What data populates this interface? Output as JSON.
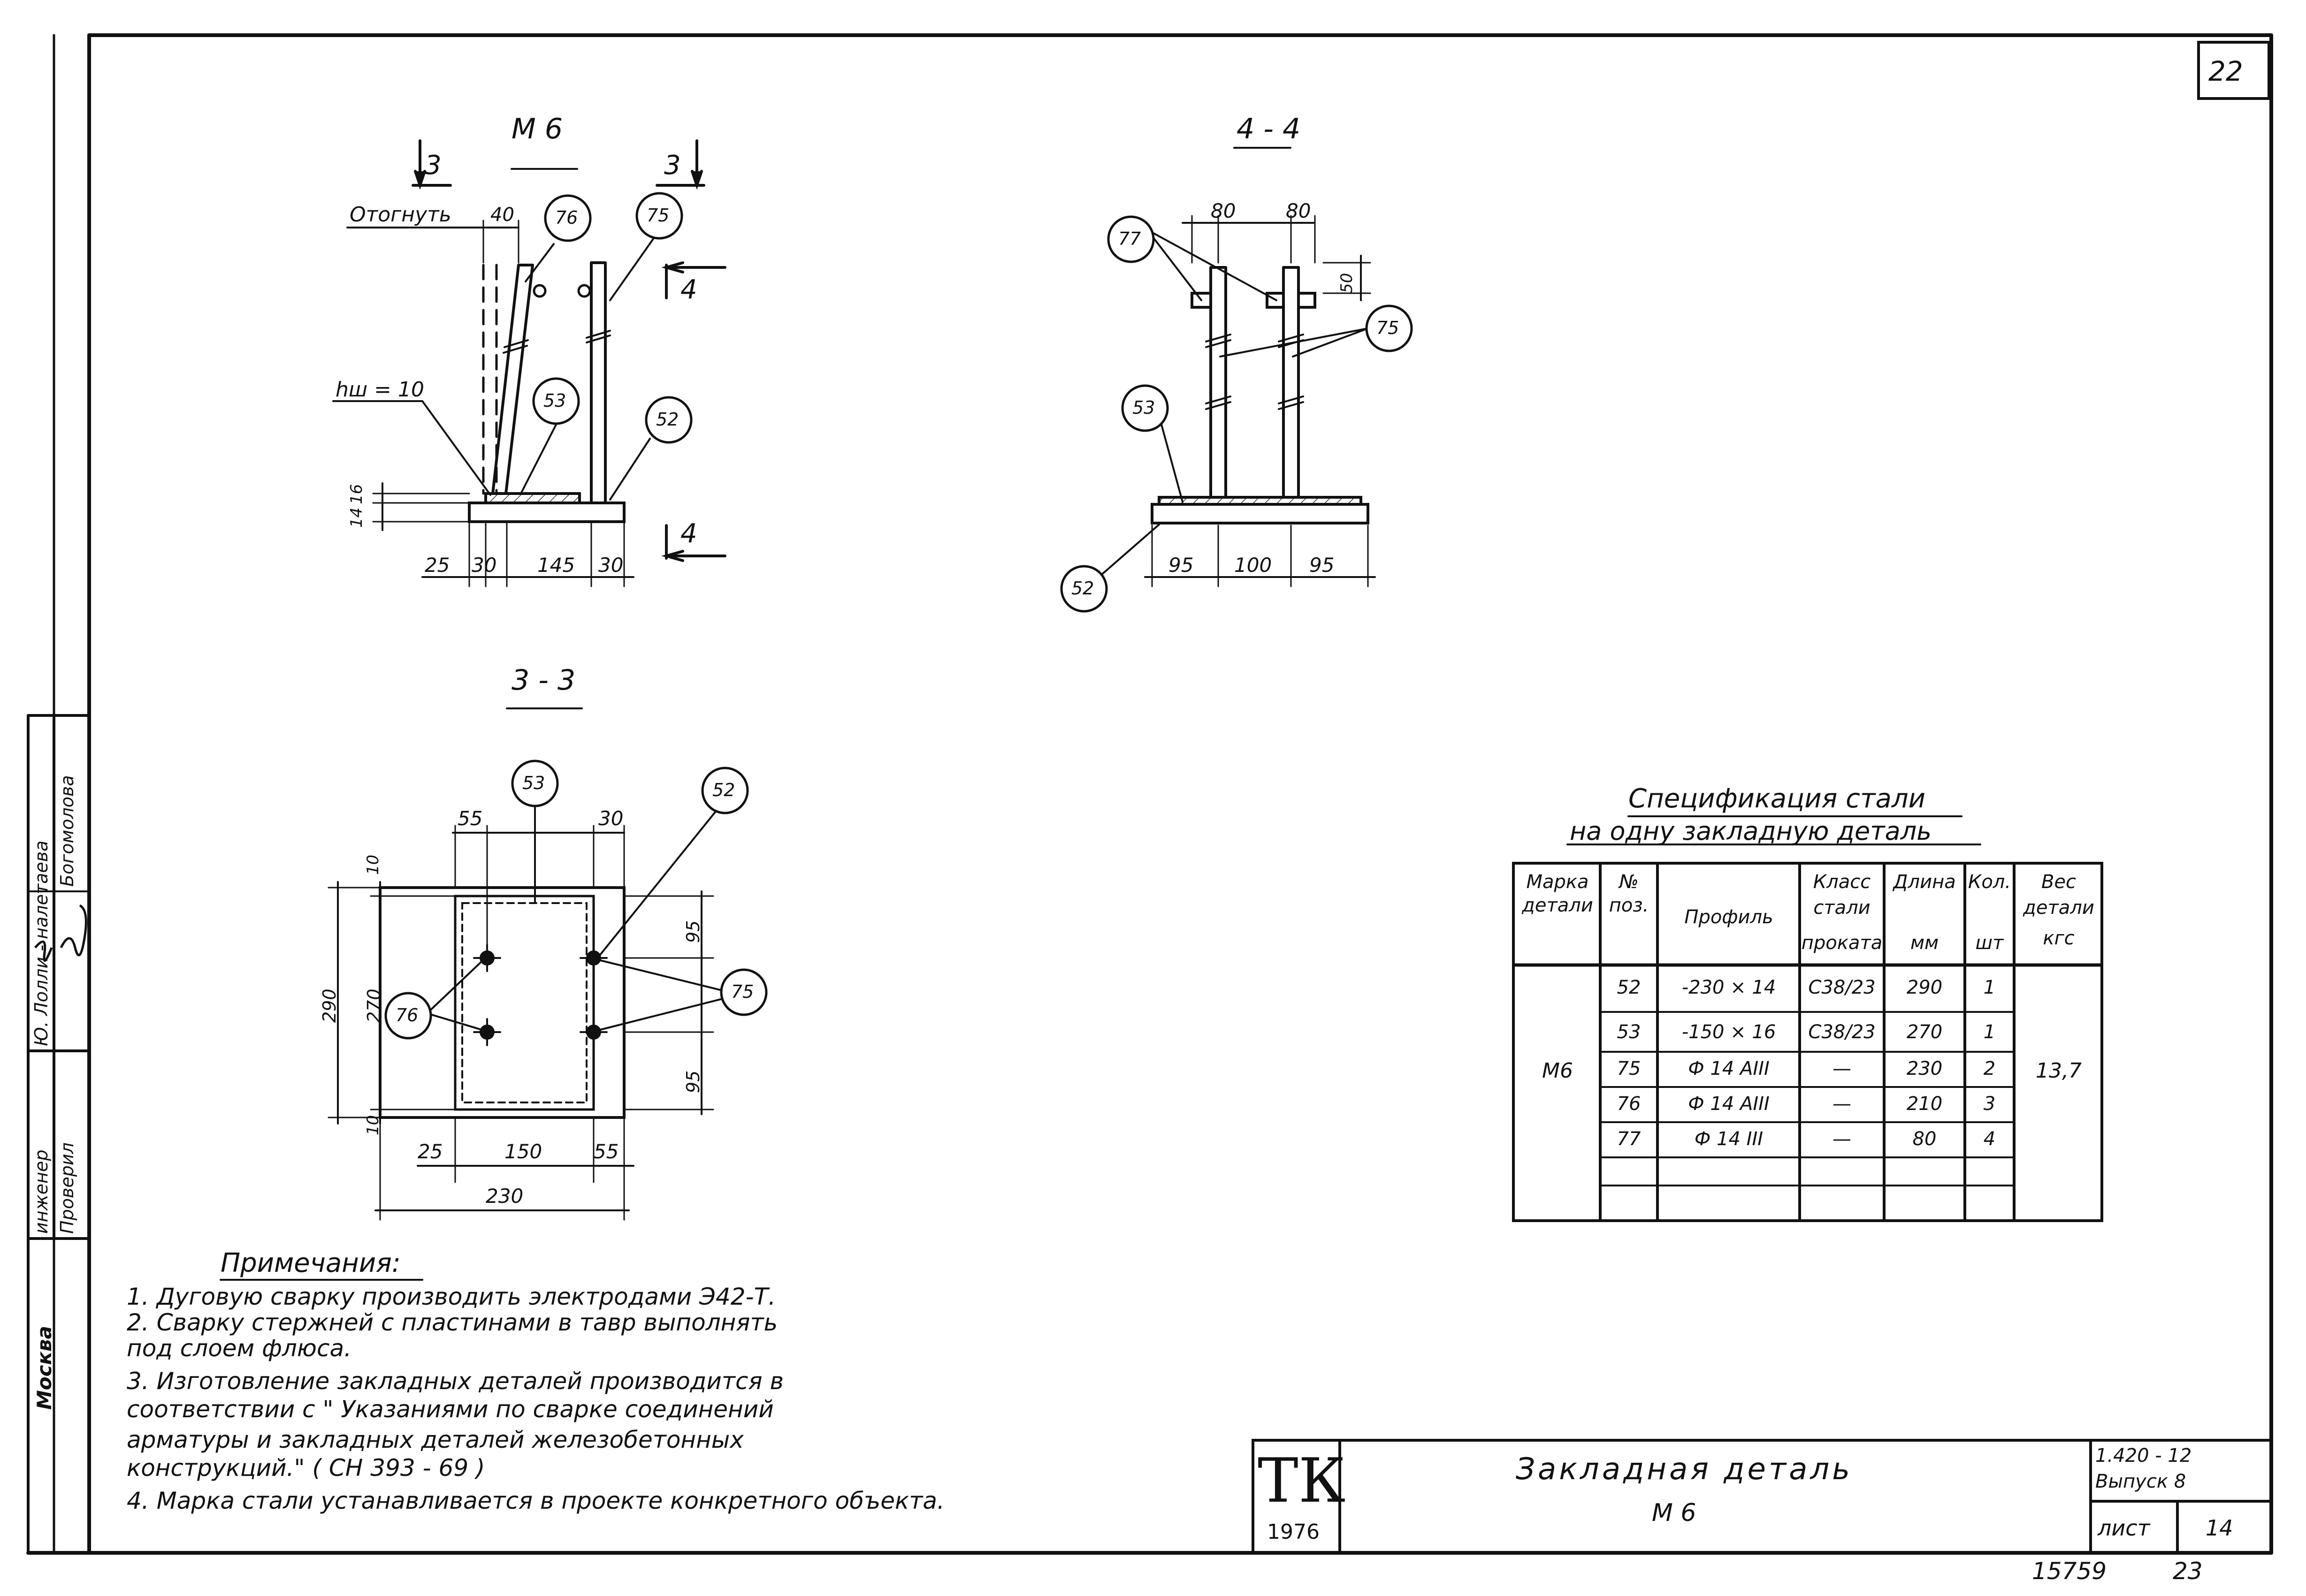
{
  "sheet": {
    "corner_number": "22",
    "bottom_numbers": [
      "15759",
      "23"
    ]
  },
  "side_block": {
    "rows": [
      {
        "role": "инженер",
        "name": "Ю. Лолли -  налетаева",
        "signature": "signature"
      },
      {
        "role": "Проверил",
        "name": "Богомолова",
        "signature": "signature"
      }
    ],
    "city": "Москва"
  },
  "views": {
    "m6": {
      "title": "М 6",
      "section_marks": [
        "3",
        "3",
        "4",
        "4"
      ],
      "labels": {
        "bend": "Отогнуть",
        "weld": "hш = 10"
      },
      "dims": [
        "40",
        "16",
        "14",
        "25",
        "30",
        "145",
        "30"
      ],
      "bubbles": [
        "76",
        "75",
        "53",
        "52"
      ]
    },
    "s44": {
      "title": "4 - 4",
      "dims": [
        "80",
        "80",
        "50",
        "95",
        "100",
        "95"
      ],
      "bubbles": [
        "77",
        "75",
        "53",
        "52"
      ]
    },
    "s33": {
      "title": "3 - 3",
      "dims": [
        "55",
        "30",
        "10",
        "290",
        "270",
        "10",
        "95",
        "95",
        "25",
        "150",
        "55",
        "230"
      ],
      "bubbles": [
        "53",
        "52",
        "76",
        "75"
      ]
    }
  },
  "spec": {
    "title_line1": "Спецификация стали",
    "title_line2": "на одну закладную деталь",
    "headers": [
      {
        "l1": "Марка",
        "l2": "детали",
        "l3": ""
      },
      {
        "l1": "№",
        "l2": "поз.",
        "l3": ""
      },
      {
        "l1": "Профиль",
        "l2": "",
        "l3": ""
      },
      {
        "l1": "Класс",
        "l2": "стали",
        "l3": "проката"
      },
      {
        "l1": "Длина",
        "l2": "",
        "l3": "мм"
      },
      {
        "l1": "Кол.",
        "l2": "",
        "l3": "шт"
      },
      {
        "l1": "Вес",
        "l2": "детали",
        "l3": "кгс"
      }
    ],
    "mark": "М6",
    "weight": "13,7",
    "rows": [
      {
        "pos": "52",
        "profile": "-230 × 14",
        "steel": "С38/23",
        "length": "290",
        "qty": "1"
      },
      {
        "pos": "53",
        "profile": "-150 × 16",
        "steel": "С38/23",
        "length": "270",
        "qty": "1"
      },
      {
        "pos": "75",
        "profile": "Ф 14 АIII",
        "steel": "—",
        "length": "230",
        "qty": "2"
      },
      {
        "pos": "76",
        "profile": "Ф 14 АIII",
        "steel": "—",
        "length": "210",
        "qty": "3"
      },
      {
        "pos": "77",
        "profile": "Ф 14 III",
        "steel": "—",
        "length": "80",
        "qty": "4"
      }
    ]
  },
  "notes": {
    "title": "Примечания:",
    "items": [
      "1.  Дуговую  сварку  производить  электродами  Э42-Т.",
      "2.  Сварку  стержней  с  пластинами  в  тавр  выполнять",
      "     под  слоем  флюса.",
      "3.  Изготовление  закладных  деталей  производится  в",
      "     соответствии  с  \" Указаниями  по  сварке  соединений",
      "     арматуры  и  закладных  деталей  железобетонных",
      "     конструкций.\"  ( СН 393 - 69 )",
      "4.  Марка  стали  устанавливается  в  проекте  конкретного  объекта."
    ]
  },
  "stamp": {
    "logo": "ТК",
    "year": "1976",
    "title": "Закладная  деталь",
    "subtitle": "М 6",
    "series": "1.420 - 12",
    "issue": "Выпуск 8",
    "sheet_label": "лист",
    "sheet_no": "14"
  },
  "colors": {
    "ink": "#111111",
    "paper": "#ffffff",
    "hatch": "#333333"
  }
}
